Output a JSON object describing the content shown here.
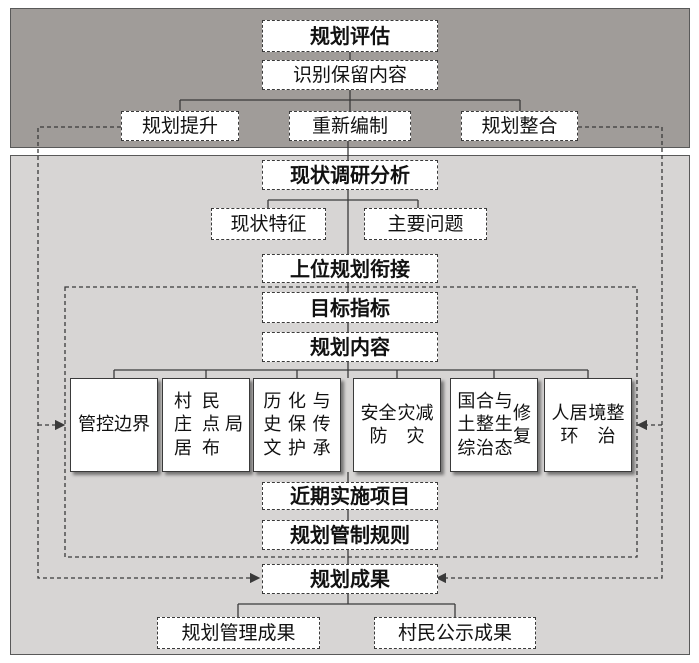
{
  "colors": {
    "top_panel": "#a09c99",
    "main_panel": "#d7d5d4",
    "box_fill": "#ffffff",
    "line": "#3a3a3a"
  },
  "stage1": {
    "title": "规划评估",
    "identify": "识别保留内容",
    "options": [
      "规划提升",
      "重新编制",
      "规划整合"
    ]
  },
  "stage2": {
    "survey": "现状调研分析",
    "survey_items": [
      "现状特征",
      "主要问题"
    ],
    "upper": "上位规划衔接",
    "target": "目标指标",
    "content": "规划内容",
    "content_items": [
      [
        "管控边",
        "界"
      ],
      [
        "村庄居",
        "民点布",
        "局"
      ],
      [
        "历史文",
        "化保护",
        "与传承"
      ],
      [
        "安全防",
        "灾减灾"
      ],
      [
        "国土综",
        "合整治",
        "与生态",
        "修复"
      ],
      [
        "人居环",
        "境整治"
      ]
    ],
    "projects": "近期实施项目",
    "rules": "规划管制规则"
  },
  "results": {
    "title": "规划成果",
    "items": [
      "规划管理成果",
      "村民公示成果"
    ]
  }
}
